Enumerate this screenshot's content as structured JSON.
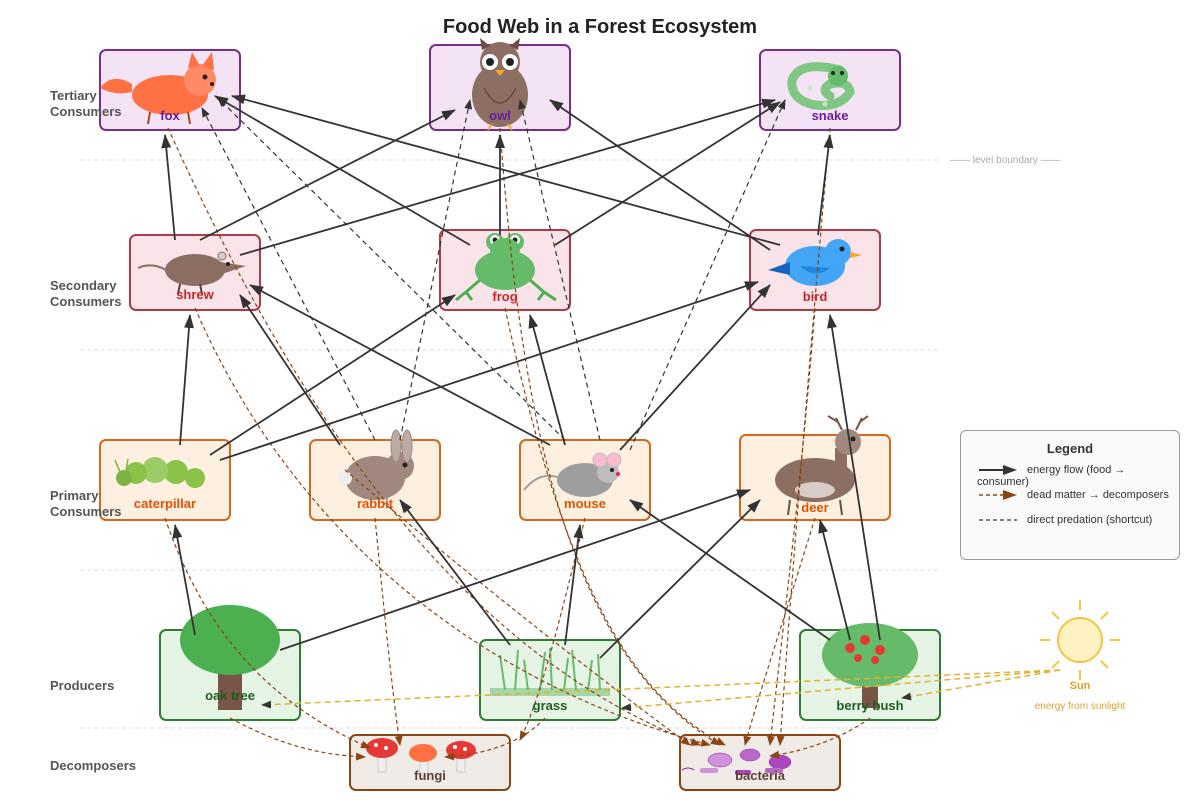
{
  "title": "Food Web in a Forest Ecosystem",
  "levels": {
    "tertiary": "Tertiary Consumers",
    "secondary": "Secondary Consumers",
    "primary": "Primary Consumers",
    "producers": "Producers",
    "decomposers": "Decomposers"
  },
  "boundary_label": "—— level boundary ——",
  "nodes": {
    "fox": "fox",
    "owl": "owl",
    "snake": "snake",
    "shrew": "shrew",
    "frog": "frog",
    "bird": "bird",
    "caterpillar": "caterpillar",
    "rabbit": "rabbit",
    "mouse": "mouse",
    "deer": "deer",
    "oak_tree": "oak tree",
    "grass": "grass",
    "berry_bush": "berry bush",
    "fungi": "fungi",
    "bacteria": "bacteria"
  },
  "sun": {
    "label": "Sun",
    "sub": "energy from sunlight"
  },
  "legend": {
    "title": "Legend",
    "energy": "energy flow (food → consumer)",
    "dead": "dead matter → decomposers",
    "predation": "direct predation (shortcut)"
  },
  "colors": {
    "tertiary_fill": "#f3e3f5",
    "tertiary_border": "#7b2d8e",
    "tertiary_text": "#6a1b9a",
    "secondary_fill": "#fbe3ea",
    "secondary_border": "#b03a48",
    "secondary_text": "#c62828",
    "primary_fill": "#fdf0e0",
    "primary_border": "#d2691e",
    "primary_text": "#e65100",
    "producer_fill": "#e6f4e6",
    "producer_border": "#2e7d32",
    "producer_text": "#1b5e20",
    "decomposer_fill": "#f0ebe6",
    "decomposer_border": "#8b4513",
    "decomposer_text": "#5d4037",
    "energy_arrow": "#333333",
    "dead_arrow": "#8b4513",
    "sun_arrow": "#e6b030"
  }
}
